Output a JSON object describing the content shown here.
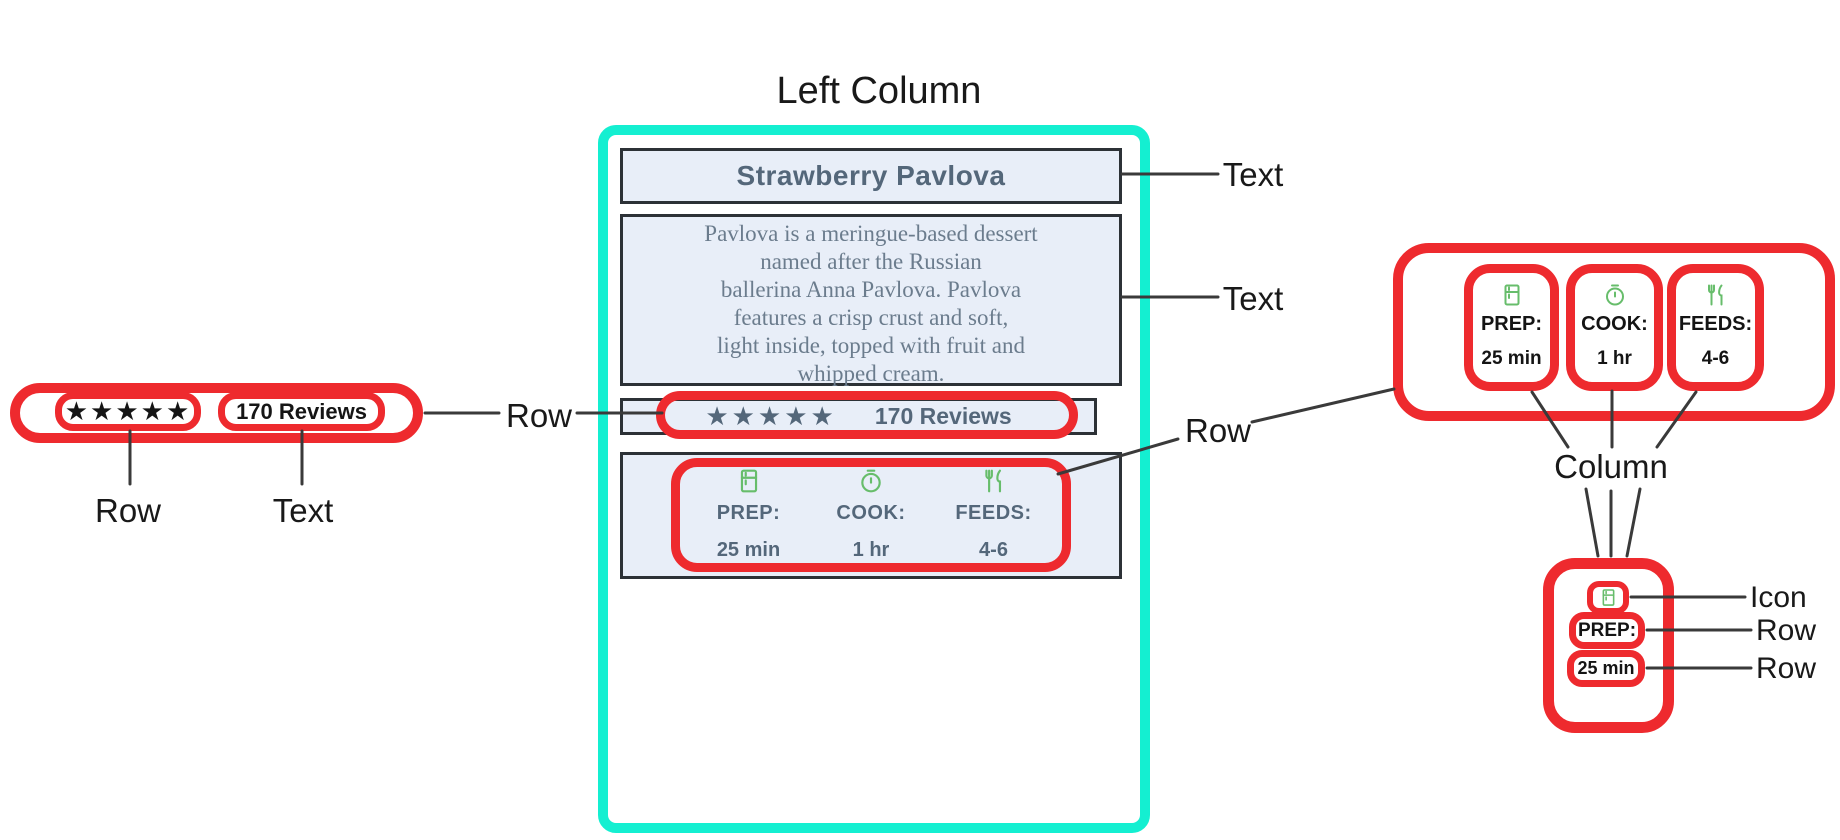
{
  "colors": {
    "red": "#ee2a2e",
    "cyan": "#14efd1",
    "panel": "#e8eef8",
    "panel-border": "#2c3136",
    "slate": "#54677a",
    "slate-light": "#6b7c8d",
    "green": "#67bd6b",
    "ink": "#191919",
    "line": "#3a3a3a"
  },
  "labels": {
    "left_column": "Left Column",
    "row": "Row",
    "text": "Text",
    "column": "Column",
    "icon": "Icon"
  },
  "recipe": {
    "title": "Strawberry Pavlova",
    "description": "Pavlova is a meringue-based dessert\nnamed after the Russian\nballerina Anna Pavlova. Pavlova\nfeatures a crisp crust and soft,\nlight inside, topped with fruit and\nwhipped cream.",
    "stars": "★★★★★",
    "reviews": "170 Reviews",
    "stats": [
      {
        "icon": "kitchen-icon",
        "label": "PREP:",
        "value": "25 min"
      },
      {
        "icon": "timer-icon",
        "label": "COOK:",
        "value": "1 hr"
      },
      {
        "icon": "restaurant-icon",
        "label": "FEEDS:",
        "value": "4-6"
      }
    ]
  }
}
